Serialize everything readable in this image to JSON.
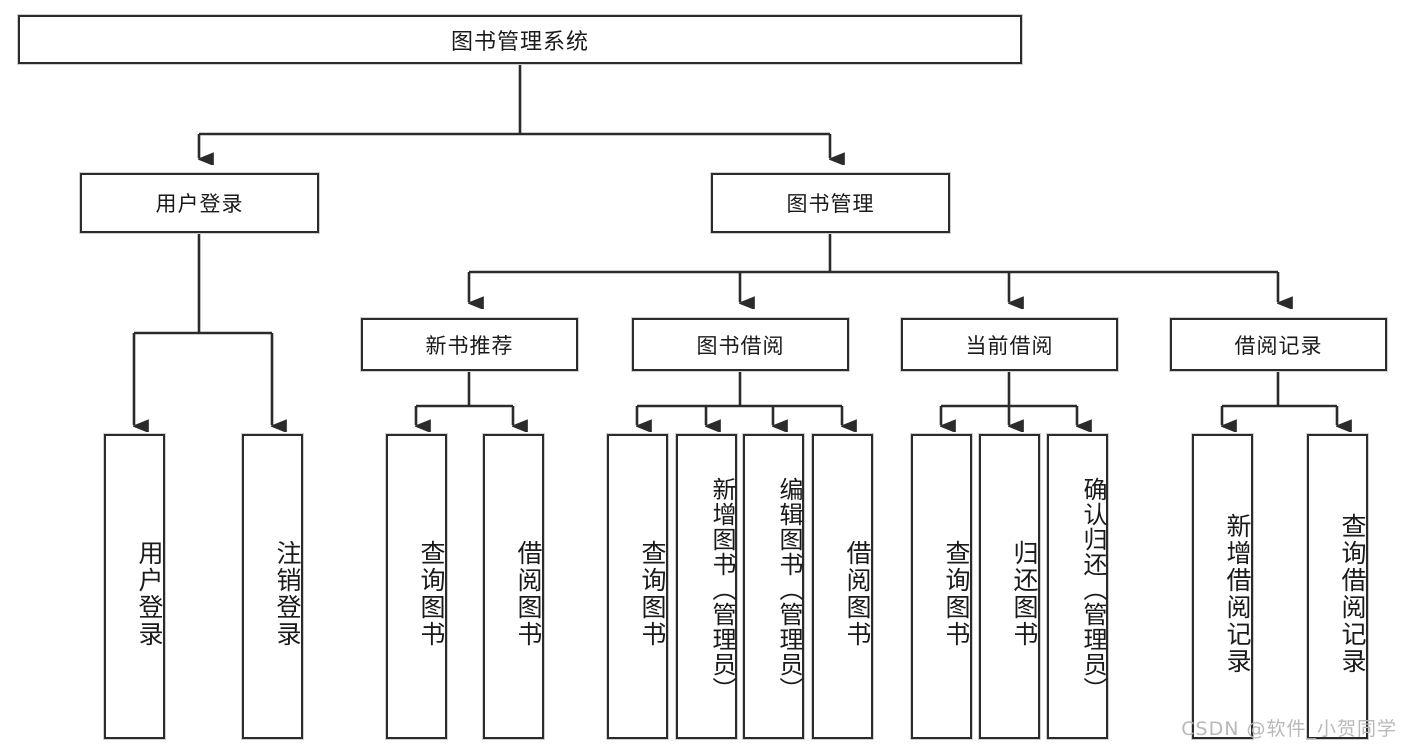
{
  "diagram": {
    "title": "图书管理系统",
    "type": "tree",
    "orientation": "top-down",
    "colors": {
      "stroke": "#2b2b2b",
      "halo": "#cfcfcf",
      "fill": "#ffffff",
      "text": "#1a1a1a",
      "watermark": "#b9b9b9"
    }
  },
  "nodes": {
    "root": {
      "label": "图书管理系统"
    },
    "level2": [
      {
        "id": "user-login",
        "label": "用户登录"
      },
      {
        "id": "book-manage",
        "label": "图书管理"
      }
    ],
    "level3": [
      {
        "id": "new-book-recommend",
        "label": "新书推荐"
      },
      {
        "id": "book-borrow",
        "label": "图书借阅"
      },
      {
        "id": "current-borrow",
        "label": "当前借阅"
      },
      {
        "id": "borrow-record",
        "label": "借阅记录"
      }
    ],
    "leaves": [
      {
        "id": "leaf-user-login",
        "label": "用户登录",
        "parent": "user-login"
      },
      {
        "id": "leaf-logout-login",
        "label": "注销登录",
        "parent": "user-login"
      },
      {
        "id": "leaf-query-book-1",
        "label": "查询图书",
        "parent": "new-book-recommend"
      },
      {
        "id": "leaf-borrow-book-1",
        "label": "借阅图书",
        "parent": "new-book-recommend"
      },
      {
        "id": "leaf-query-book-2",
        "label": "查询图书",
        "parent": "book-borrow"
      },
      {
        "id": "leaf-add-book",
        "label": "新增图书（管理员）",
        "parent": "book-borrow"
      },
      {
        "id": "leaf-edit-book",
        "label": "编辑图书（管理员）",
        "parent": "book-borrow"
      },
      {
        "id": "leaf-borrow-book-2",
        "label": "借阅图书",
        "parent": "book-borrow"
      },
      {
        "id": "leaf-query-book-3",
        "label": "查询图书",
        "parent": "current-borrow"
      },
      {
        "id": "leaf-return-book",
        "label": "归还图书",
        "parent": "current-borrow"
      },
      {
        "id": "leaf-confirm-return",
        "label": "确认归还（管理员）",
        "parent": "current-borrow"
      },
      {
        "id": "leaf-add-record",
        "label": "新增借阅记录",
        "parent": "borrow-record"
      },
      {
        "id": "leaf-query-record",
        "label": "查询借阅记录",
        "parent": "borrow-record"
      }
    ]
  },
  "watermark": {
    "text": "CSDN @软件_小贺同学"
  }
}
